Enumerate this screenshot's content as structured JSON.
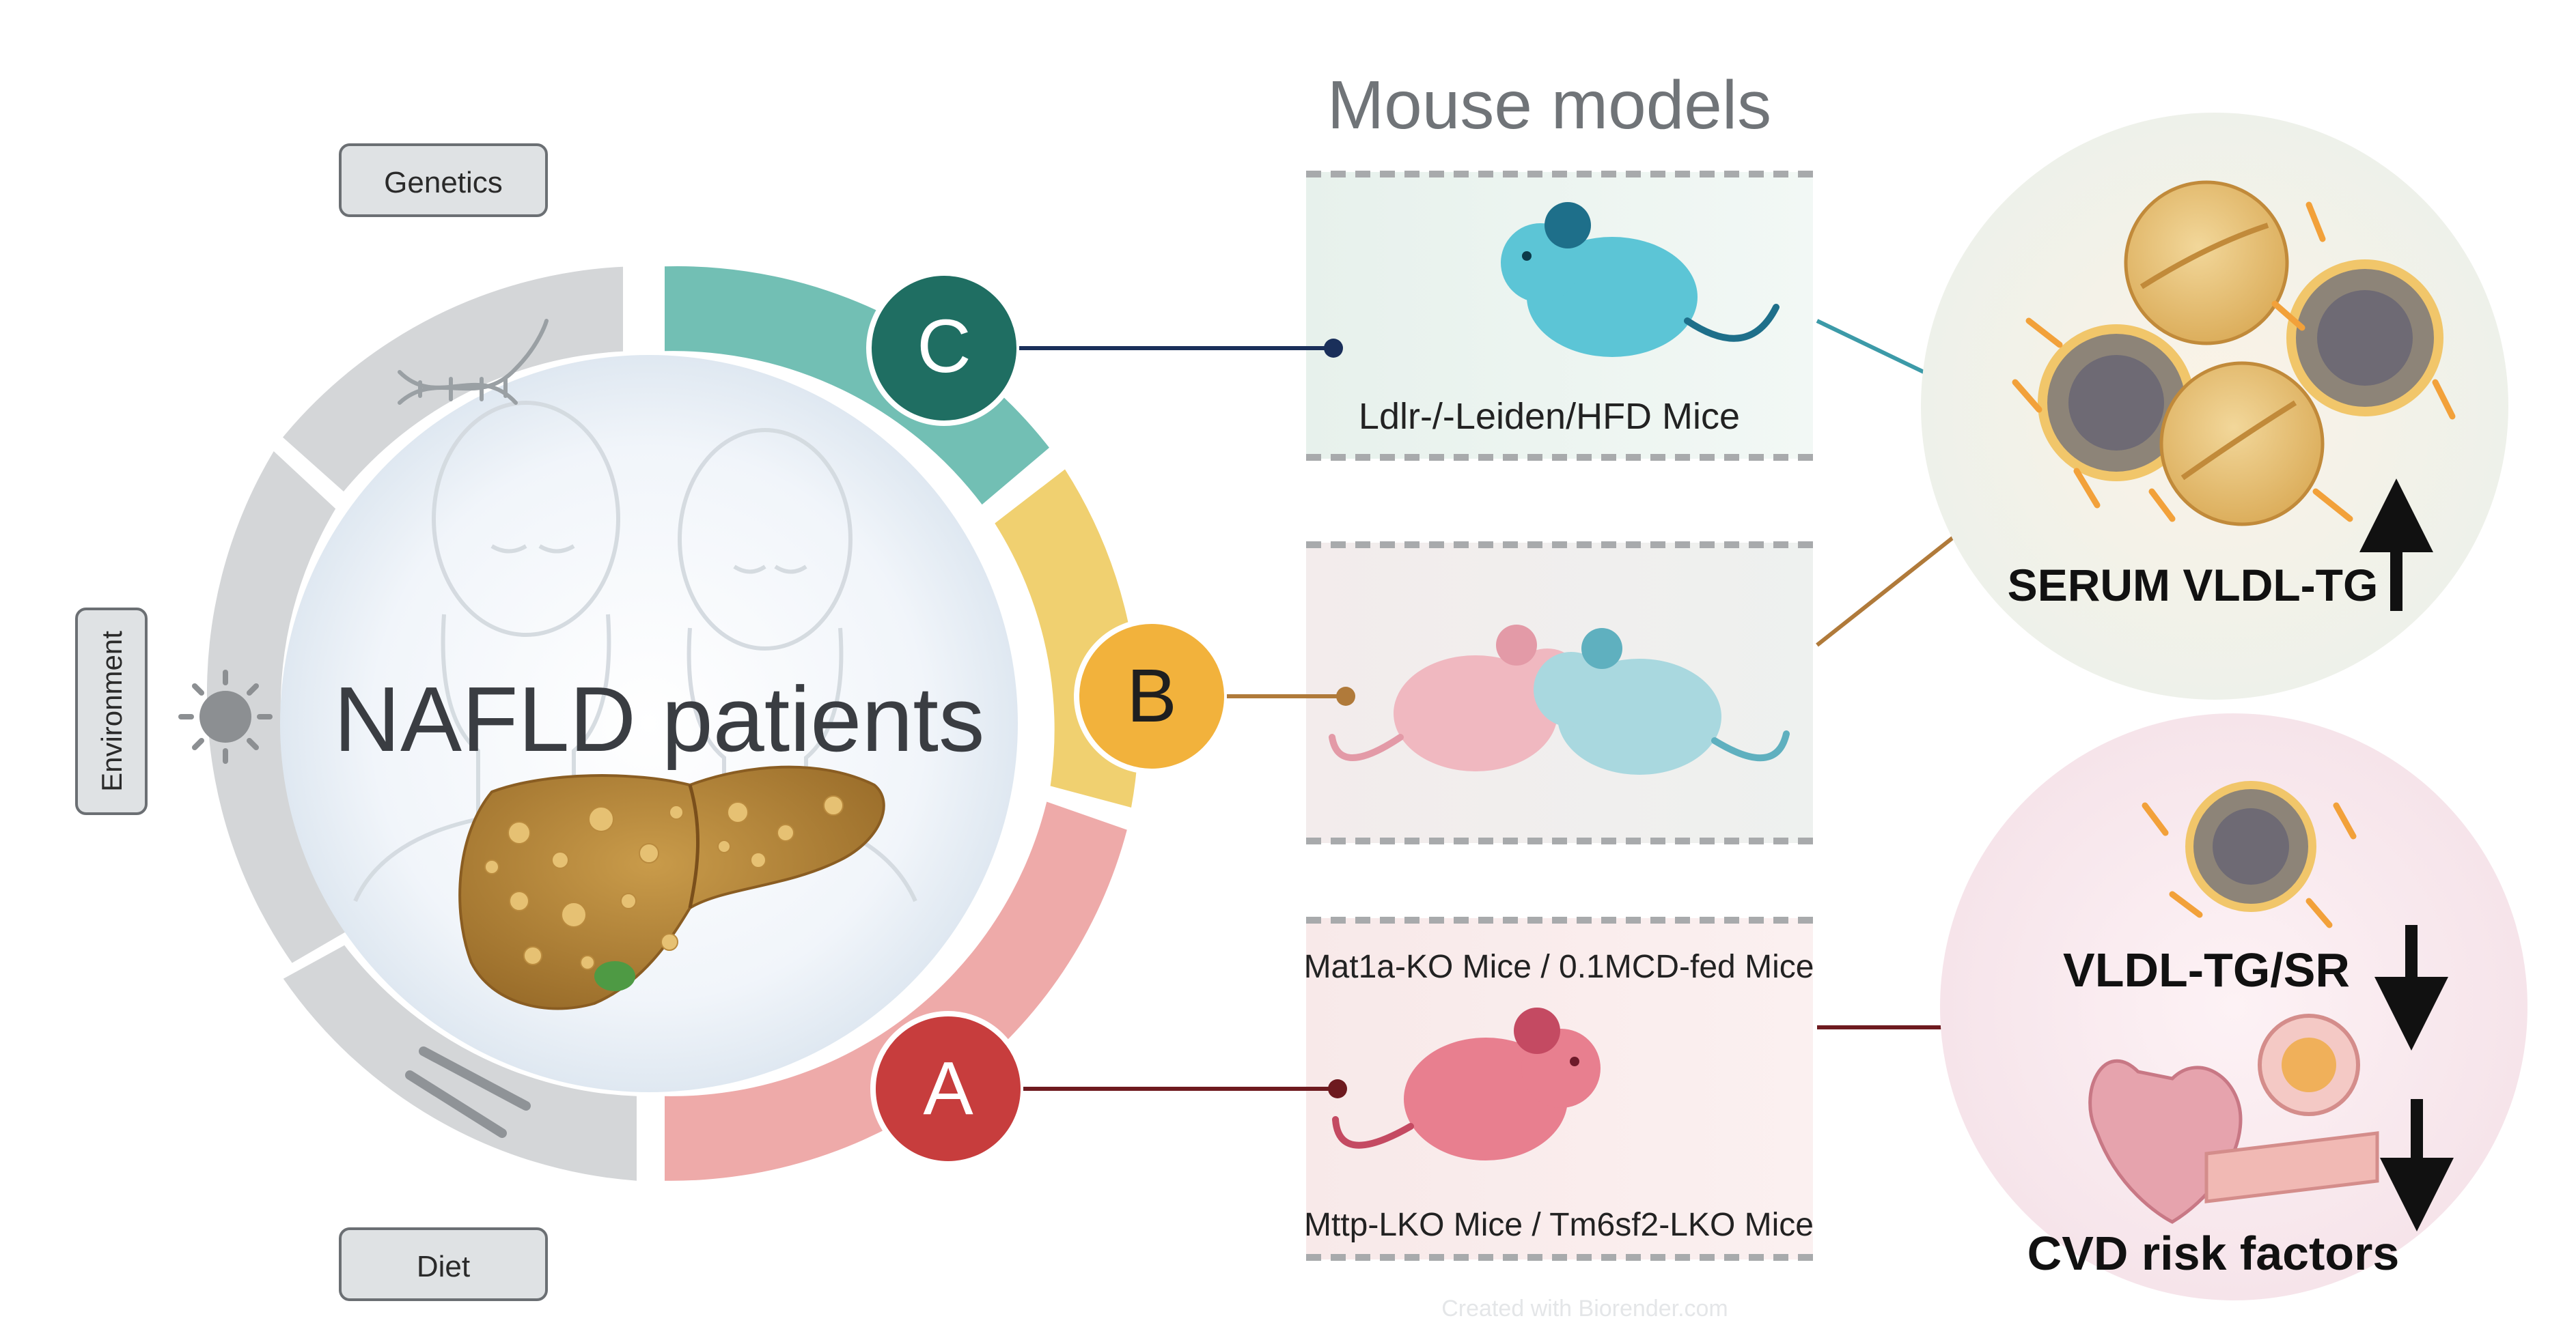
{
  "factors": {
    "genetics": "Genetics",
    "environment": "Environment",
    "diet": "Diet"
  },
  "center": {
    "title": "NAFLD patients"
  },
  "mouse_models": {
    "title": "Mouse models",
    "models": [
      {
        "letter": "C",
        "caption": "Ldlr-/-Leiden/HFD Mice"
      },
      {
        "letter": "B",
        "caption": ""
      },
      {
        "letter": "A",
        "caption_top": "Mat1a-KO Mice / 0.1MCD-fed Mice",
        "caption_bottom": "Mttp-LKO Mice / Tm6sf2-LKO Mice"
      }
    ]
  },
  "outcomes": {
    "top": {
      "label": "SERUM VLDL-TG",
      "direction": "up"
    },
    "bottom": {
      "label_1": "VLDL-TG/SR",
      "label_2": "CVD risk factors",
      "direction": "down"
    }
  },
  "watermark": "Created with Biorender.com",
  "colors": {
    "teal_segment": "#72bfb4",
    "yellow_segment": "#f0d070",
    "pink_segment": "#eeaaa9",
    "grey_segment": "#d4d6d8",
    "badge_c": "#1f6e62",
    "badge_b": "#f2b23c",
    "badge_a": "#c73d3d",
    "line_c": "#1a2f5a",
    "line_b": "#b07a3a",
    "line_a": "#6e1a1f",
    "mouse_blue": "#5cc5d6",
    "mouse_pink": "#e87f8f"
  }
}
